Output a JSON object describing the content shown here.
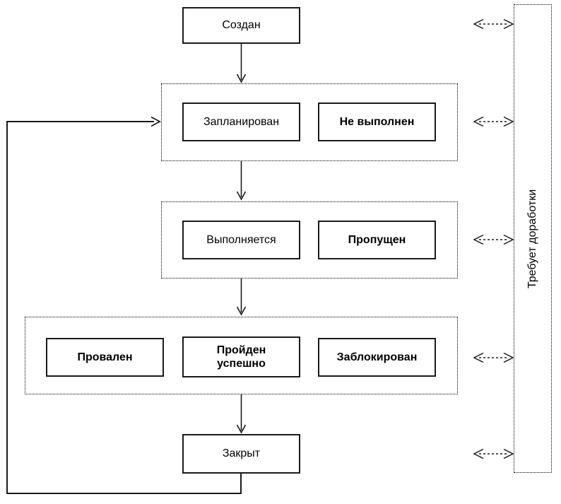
{
  "diagram": {
    "type": "state-flow",
    "nodes": {
      "created": "Создан",
      "planned": "Запланирован",
      "not_executed": "Не выполнен",
      "executing": "Выполняется",
      "skipped": "Пропущен",
      "failed": "Провален",
      "passed": "Пройден успешно",
      "blocked": "Заблокирован",
      "closed": "Закрыт",
      "needs_rework": "Требует доработки"
    },
    "colors": {
      "line": "#1a1a1a",
      "background": "#ffffff"
    }
  }
}
